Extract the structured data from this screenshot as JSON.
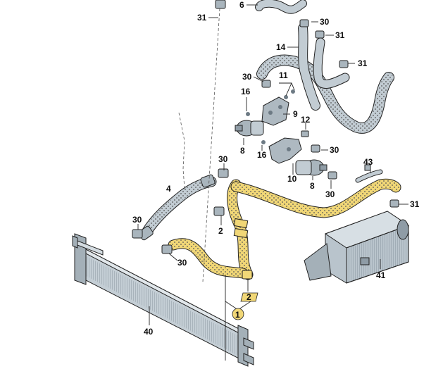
{
  "callouts": [
    {
      "id": "c31a",
      "text": "31"
    },
    {
      "id": "c6",
      "text": "6"
    },
    {
      "id": "c30a",
      "text": "30"
    },
    {
      "id": "c31b",
      "text": "31"
    },
    {
      "id": "c14",
      "text": "14"
    },
    {
      "id": "c31c",
      "text": "31"
    },
    {
      "id": "c30b",
      "text": "30"
    },
    {
      "id": "c11",
      "text": "11"
    },
    {
      "id": "c16a",
      "text": "16"
    },
    {
      "id": "c9",
      "text": "9"
    },
    {
      "id": "c12",
      "text": "12"
    },
    {
      "id": "c8a",
      "text": "8"
    },
    {
      "id": "c16b",
      "text": "16"
    },
    {
      "id": "c30c",
      "text": "30"
    },
    {
      "id": "c30d",
      "text": "30"
    },
    {
      "id": "c10",
      "text": "10"
    },
    {
      "id": "c8b",
      "text": "8"
    },
    {
      "id": "c30e",
      "text": "30"
    },
    {
      "id": "c43",
      "text": "43"
    },
    {
      "id": "c4",
      "text": "4"
    },
    {
      "id": "c31d",
      "text": "31"
    },
    {
      "id": "c2a",
      "text": "2"
    },
    {
      "id": "c30f",
      "text": "30"
    },
    {
      "id": "c30g",
      "text": "30"
    },
    {
      "id": "c41",
      "text": "41"
    },
    {
      "id": "c40",
      "text": "40"
    }
  ],
  "highlighted": [
    {
      "id": "h1",
      "text": "1"
    },
    {
      "id": "h2",
      "text": "2"
    }
  ],
  "colors": {
    "highlight": "#f1d777",
    "part": "#b9c4cc",
    "part_dark": "#8f9ca6"
  }
}
